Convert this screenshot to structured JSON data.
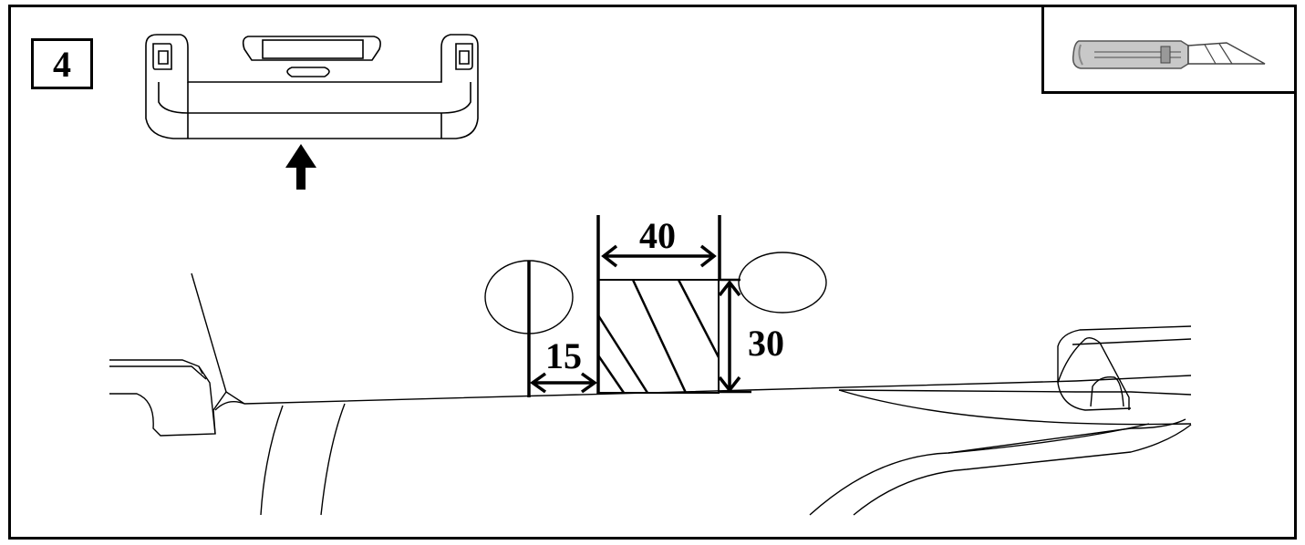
{
  "step": {
    "number": "4"
  },
  "tool": {
    "icon": "utility-knife-icon"
  },
  "dimensions": {
    "width": "40",
    "height": "30",
    "offset": "15"
  },
  "colors": {
    "line": "#000000",
    "tool_body": "#c8c8c8"
  }
}
